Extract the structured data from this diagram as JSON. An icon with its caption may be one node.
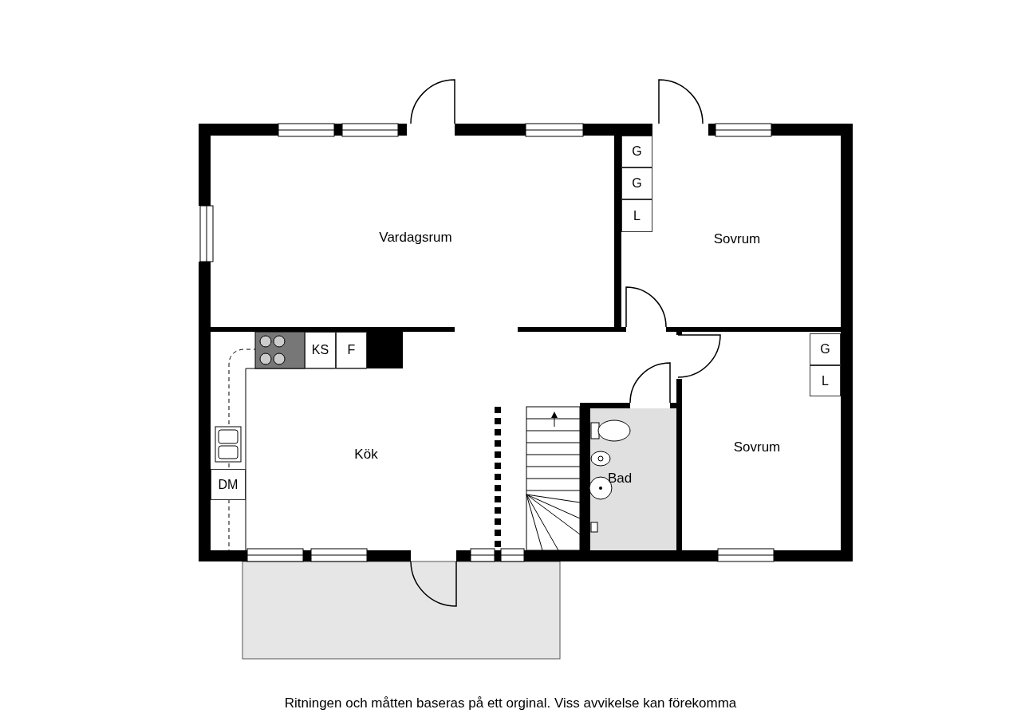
{
  "diagram": {
    "caption": "Ritningen och måtten baseras på ett orginal. Viss avvikelse kan förekomma",
    "nodes": [
      {
        "text": [
          "Vardagsrum"
        ]
      },
      {
        "text": [
          "Sovrum"
        ]
      },
      {
        "text": [
          "G"
        ],
        "in": 1
      },
      {
        "text": [
          "G"
        ],
        "in": 1
      },
      {
        "text": [
          "L"
        ],
        "in": 1
      },
      {
        "text": [
          "Kök"
        ]
      },
      {
        "text": [
          "KS"
        ],
        "in": 5
      },
      {
        "text": [
          "F"
        ],
        "in": 5
      },
      {
        "text": [
          "DM"
        ],
        "in": 5
      },
      {
        "text": [
          "Bad"
        ]
      },
      {
        "text": [
          "Sovrum"
        ]
      },
      {
        "text": [
          "G"
        ],
        "in": 10
      },
      {
        "text": [
          "L"
        ],
        "in": 10
      }
    ]
  }
}
